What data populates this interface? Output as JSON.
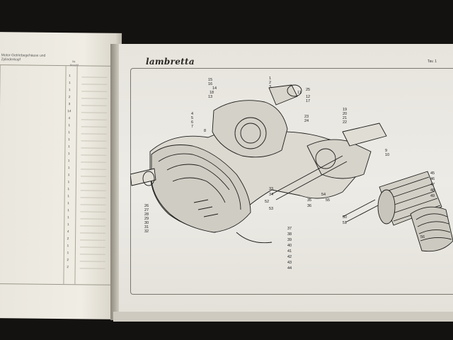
{
  "right_page": {
    "brand": "lambretta",
    "plate": "Tav. 1"
  },
  "left_page": {
    "heading": "Motor-Getriebegehäuse und Zylinderkopf",
    "column_header": "Nr. Anzahl",
    "rows": [
      {
        "qty": "1"
      },
      {
        "qty": "1"
      },
      {
        "qty": "1"
      },
      {
        "qty": "2"
      },
      {
        "qty": "3"
      },
      {
        "qty": "14"
      },
      {
        "qty": "4"
      },
      {
        "qty": "1"
      },
      {
        "qty": "1"
      },
      {
        "qty": "1"
      },
      {
        "qty": "1"
      },
      {
        "qty": "1"
      },
      {
        "qty": "1"
      },
      {
        "qty": "1"
      },
      {
        "qty": "1"
      },
      {
        "qty": "1"
      },
      {
        "qty": "1"
      },
      {
        "qty": "1"
      },
      {
        "qty": "1"
      },
      {
        "qty": "1"
      },
      {
        "qty": "1"
      },
      {
        "qty": "1"
      },
      {
        "qty": "4"
      },
      {
        "qty": "2"
      },
      {
        "qty": "1"
      },
      {
        "qty": "1"
      },
      {
        "qty": "2"
      },
      {
        "qty": "2"
      }
    ]
  },
  "callouts": [
    "15",
    "16",
    "14",
    "18",
    "13",
    "1",
    "2",
    "3",
    "4",
    "5",
    "6",
    "7",
    "8",
    "9",
    "10",
    "11",
    "12",
    "17",
    "19",
    "20",
    "21",
    "22",
    "23",
    "24",
    "25",
    "26",
    "27",
    "28",
    "29",
    "30",
    "31",
    "32",
    "33",
    "34",
    "35",
    "36",
    "37",
    "38",
    "39",
    "40",
    "41",
    "42",
    "43",
    "44",
    "45",
    "46",
    "47",
    "48",
    "49",
    "50",
    "51",
    "52",
    "53",
    "54",
    "55",
    "56"
  ]
}
